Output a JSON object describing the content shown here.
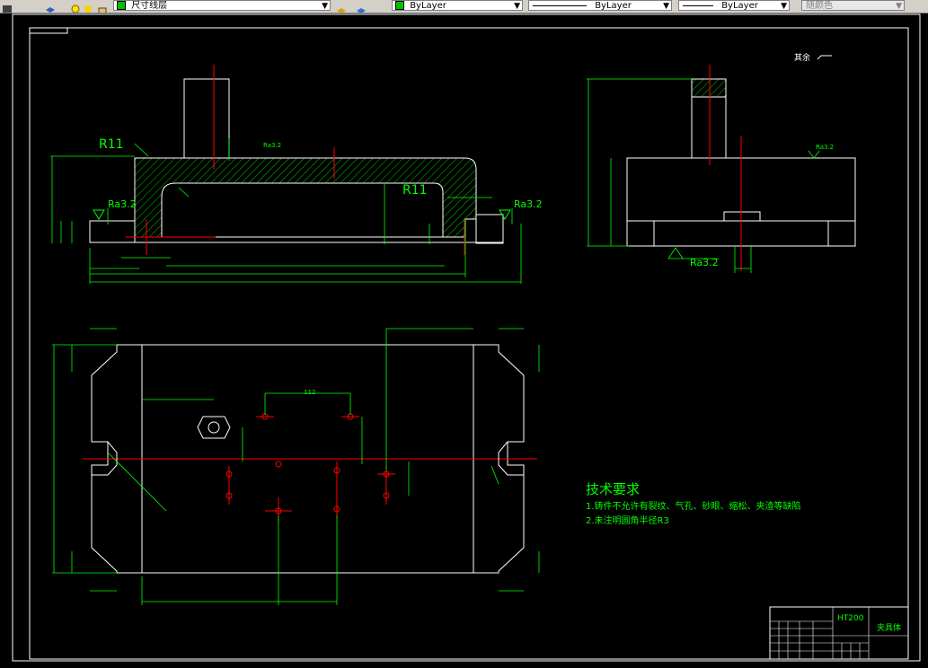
{
  "toolbar": {
    "layer_name": "尺寸线层",
    "color": "ByLayer",
    "linetype": "ByLayer",
    "lineweight": "ByLayer",
    "plotstyle": "随颜色"
  },
  "drawing": {
    "surface_note": "其余",
    "radius_left": "R11",
    "radius_right": "R11",
    "roughness_1": "Ra3.2",
    "roughness_2": "Ra3.2",
    "roughness_3": "Ra3.2",
    "roughness_small_1": "Ra3.2",
    "roughness_small_2": "Ra3.2",
    "dim_112": "112",
    "tech_title": "技术要求",
    "tech_line1": "1.铸件不允许有裂纹、气孔、砂眼、缩松、夹渣等缺陷",
    "tech_line2": "2.未注明圆角半径R3",
    "material": "HT200",
    "part_name": "夹具体"
  },
  "colors": {
    "outline": "#ffffff",
    "dimension": "#00ff00",
    "centerline": "#ff0000",
    "border": "#ffffff",
    "title_text": "#00ff00"
  }
}
